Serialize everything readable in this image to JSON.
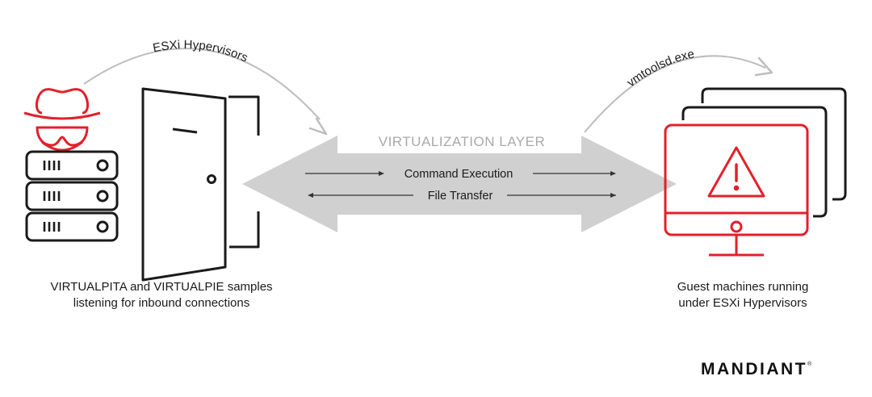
{
  "colors": {
    "accent": "#e3202a",
    "dark": "#1a1a1a",
    "band": "#d0d0d0",
    "band_text": "#a9a9a9",
    "arc": "#bdbdbd"
  },
  "arcs": {
    "left_label": "ESXi Hypervisors",
    "right_label": "vmtoolsd.exe"
  },
  "band": {
    "title": "VIRTUALIZATION LAYER",
    "row1_label": "Command Execution",
    "row2_label": "File Transfer"
  },
  "captions": {
    "left": [
      "VIRTUALPITA and VIRTUALPIE samples",
      "listening for inbound connections"
    ],
    "right": [
      "Guest machines running",
      "under ESXi Hypervisors"
    ]
  },
  "logo": {
    "text": "MANDIANT",
    "mark": "®"
  },
  "icons": {
    "attacker": "hacker-icon",
    "server": "server-rack-icon",
    "door": "open-door-icon",
    "monitor": "warning-monitor-icon"
  }
}
